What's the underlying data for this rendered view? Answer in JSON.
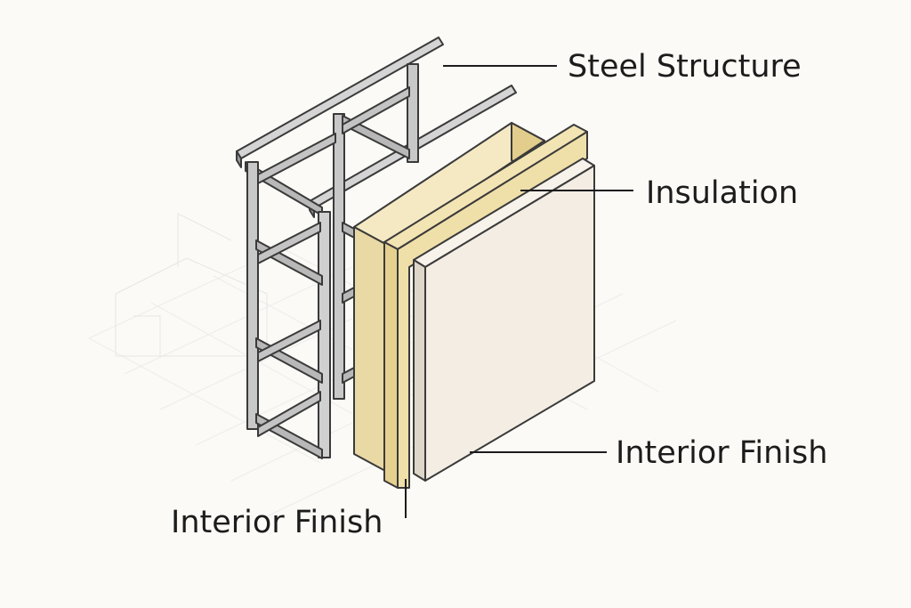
{
  "labels": {
    "steel_structure": "Steel Structure",
    "insulation": "Insulation",
    "interior_finish_right": "Interior Finish",
    "interior_finish_bottom": "Interior Finish"
  },
  "colors": {
    "background": "#fbfaf6",
    "steel_light": "#d4d4d4",
    "steel_mid": "#b8b8b8",
    "steel_dark": "#9a9a9a",
    "outline": "#3a3a3a",
    "insulation_front": "#f1e3b6",
    "insulation_side": "#e2cd8c",
    "insulation_top": "#f5e9c4",
    "finish_front": "#f3ede3",
    "finish_side": "#ded6c8",
    "grid_line": "#ececec",
    "leader_line": "#1c1c1c"
  }
}
